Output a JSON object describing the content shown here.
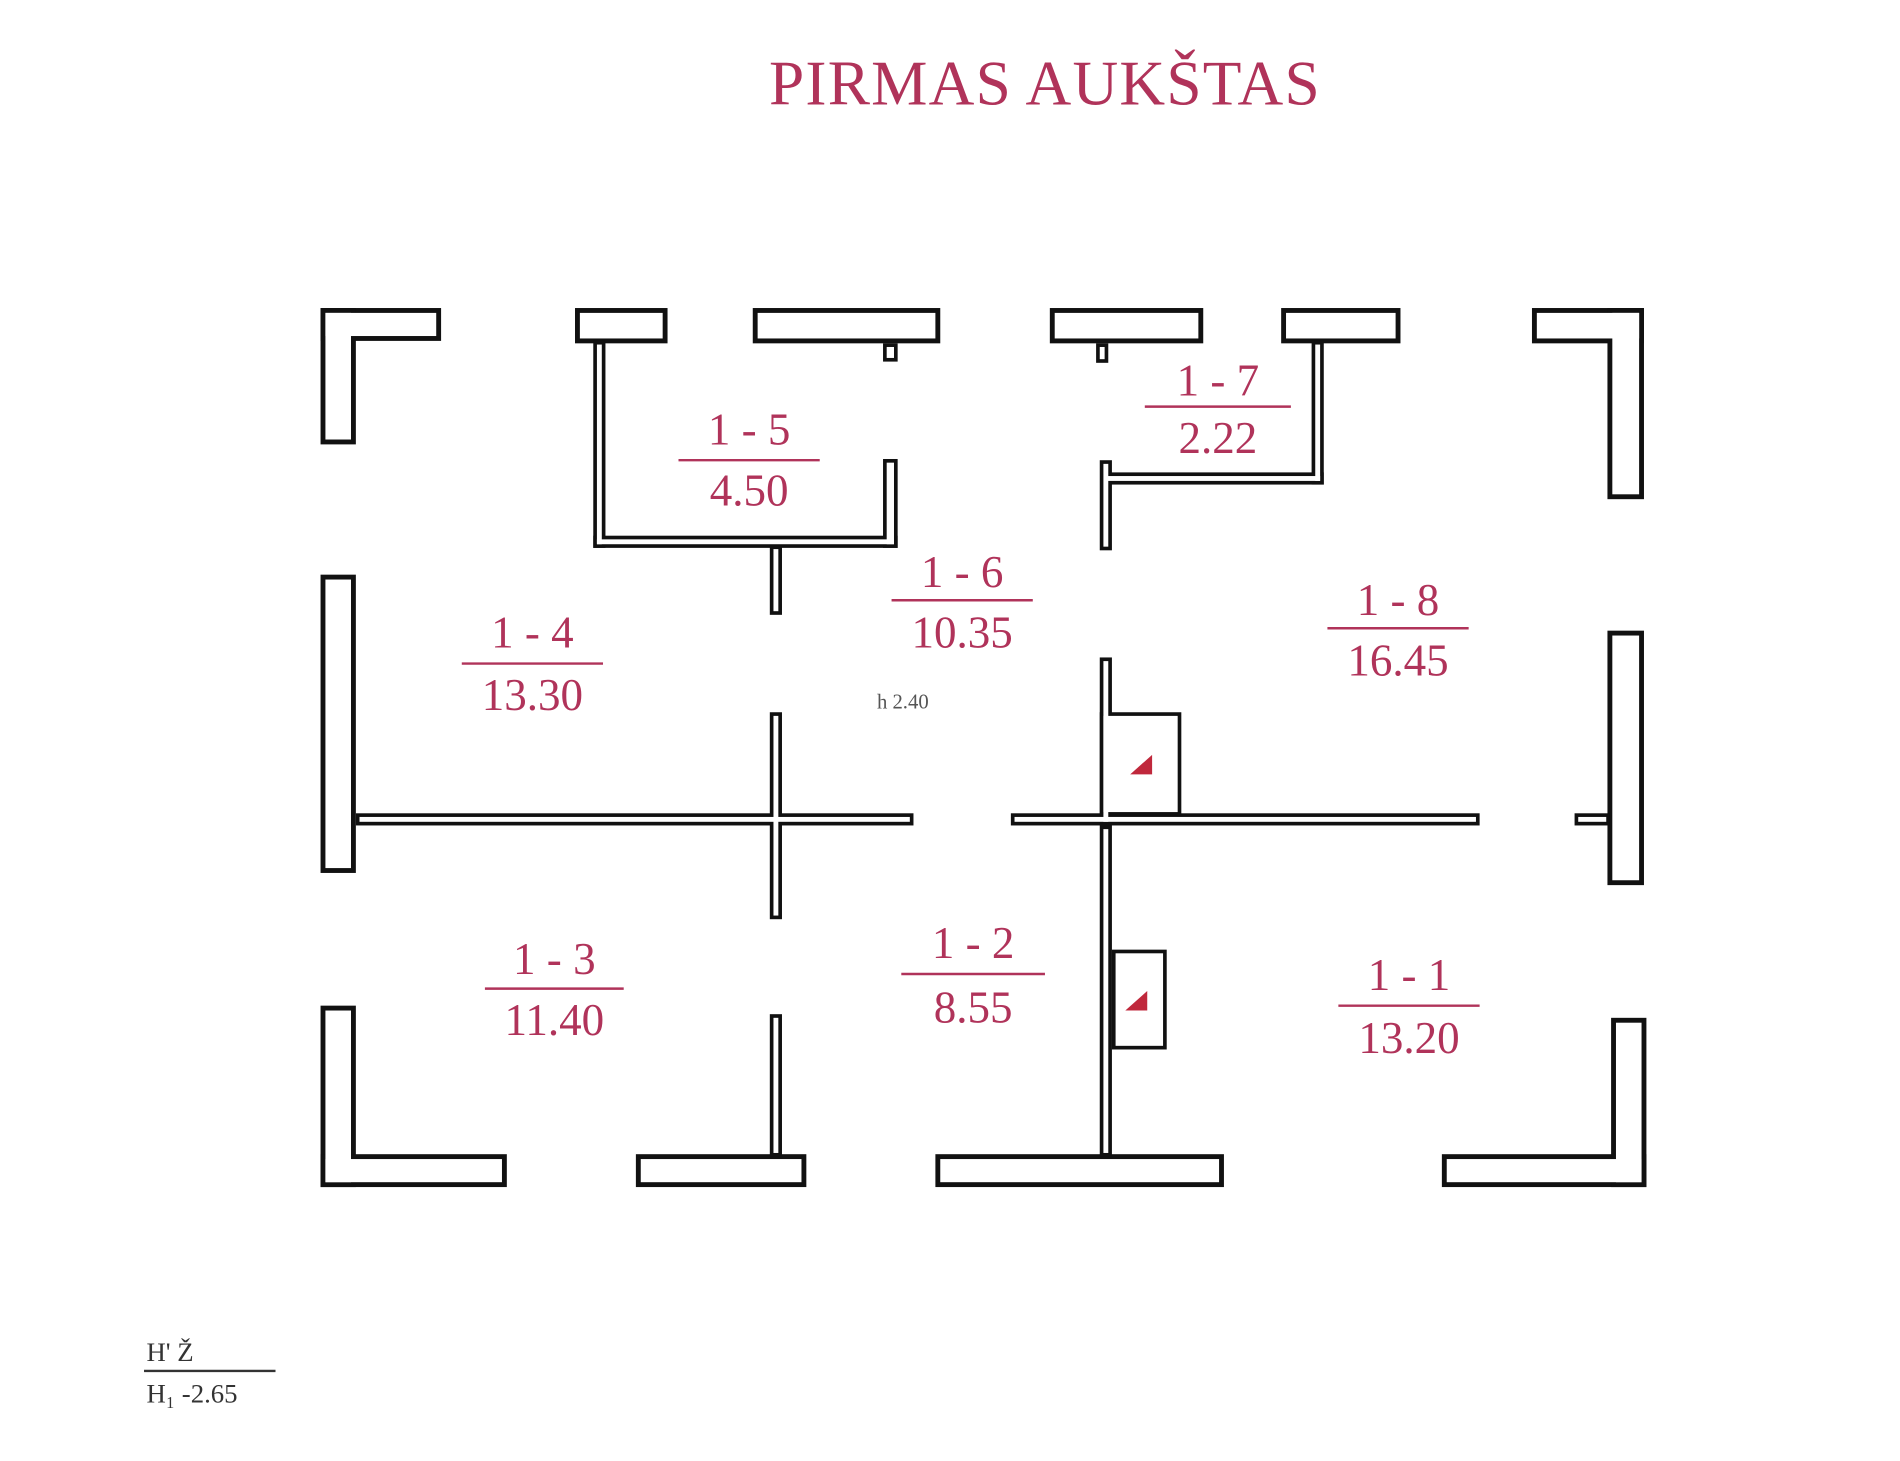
{
  "title": "PIRMAS AUKŠTAS",
  "colors": {
    "label": "#b0335a",
    "wall": "#111111",
    "chimney": "#c0283c"
  },
  "rooms": [
    {
      "id": "1 - 5",
      "area": "4.50"
    },
    {
      "id": "1 - 7",
      "area": "2.22"
    },
    {
      "id": "1 - 6",
      "area": "10.35"
    },
    {
      "id": "1 - 4",
      "area": "13.30"
    },
    {
      "id": "1 - 8",
      "area": "16.45"
    },
    {
      "id": "1 - 3",
      "area": "11.40"
    },
    {
      "id": "1 - 2",
      "area": "8.55"
    },
    {
      "id": "1 - 1",
      "area": "13.20"
    }
  ],
  "height_note": "h 2.40",
  "level_mark": {
    "top": "H' Ž",
    "bottom": "H₁ -2.65"
  }
}
